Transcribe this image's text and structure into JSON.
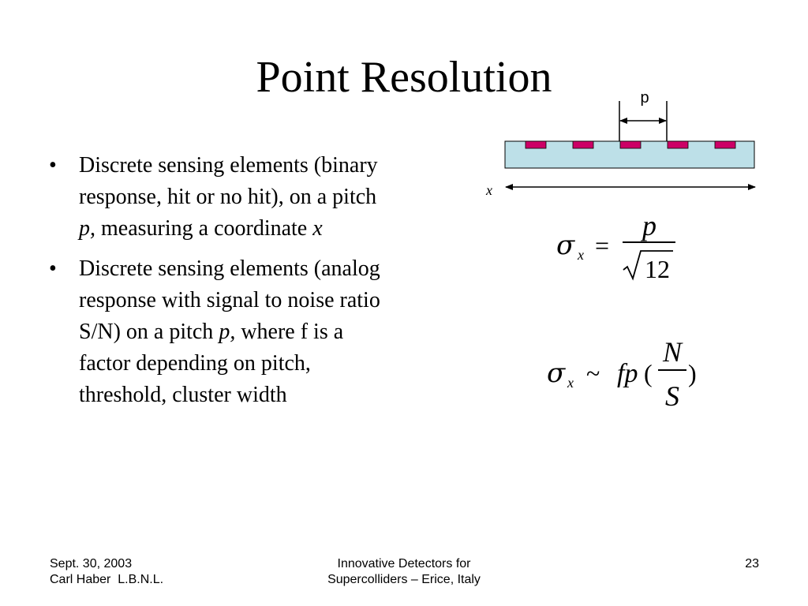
{
  "slide": {
    "title": "Point Resolution"
  },
  "bullets": [
    {
      "segments": [
        {
          "text": "Discrete sensing elements (binary response, hit or no hit), on a pitch ",
          "italic": false
        },
        {
          "text": "p,",
          "italic": true
        },
        {
          "text": " measuring a coordinate ",
          "italic": false
        },
        {
          "text": "x",
          "italic": true
        }
      ]
    },
    {
      "segments": [
        {
          "text": "Discrete sensing elements (analog response with signal to noise ratio S/N) on a pitch ",
          "italic": false
        },
        {
          "text": "p,",
          "italic": true
        },
        {
          "text": " where f is a factor depending on pitch, threshold, cluster width",
          "italic": false
        }
      ]
    }
  ],
  "diagram": {
    "pitch_label": "p",
    "axis_label": "x",
    "strip_count": 5,
    "colors": {
      "substrate": "#bde0e8",
      "strip": "#cc0066"
    }
  },
  "formula1": {
    "sigma": "σ",
    "subscript": "x",
    "equals": "=",
    "numerator": "p",
    "radical": "√",
    "denominator": "12"
  },
  "formula2": {
    "sigma": "σ",
    "subscript": "x",
    "tilde": "~",
    "fp": "fp",
    "open_paren": "(",
    "numerator": "N",
    "denominator": "S",
    "close_paren": ")"
  },
  "footer": {
    "left_line1": "Sept. 30, 2003",
    "left_line2": "Carl Haber  L.B.N.L.",
    "center_line1": "Innovative Detectors for",
    "center_line2": "Supercolliders – Erice, Italy",
    "page_number": "23"
  }
}
